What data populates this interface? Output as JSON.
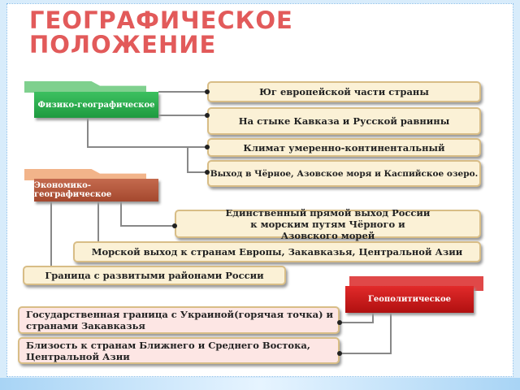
{
  "title": {
    "line1": "ГЕОГРАФИЧЕСКОЕ",
    "line2": "ПОЛОЖЕНИЕ"
  },
  "categories": {
    "physical": "Физико-географическое",
    "economic": "Экономико-географическое",
    "geopolitical": "Геополитическое"
  },
  "physical_items": [
    "Юг европейской части страны",
    "На стыке Кавказа и Русской равнины",
    "Климат умеренно-континентальный",
    "Выход в Чёрное, Азовское моря и Каспийское озеро."
  ],
  "economic_items": [
    "Единственный прямой выход России к морским путям Чёрного и Азовского морей",
    "Морской выход к странам Европы, Закавказья, Центральной Азии",
    "Граница с развитыми районами России"
  ],
  "geopolitical_items": [
    "Государственная граница с Украиной(горячая точка) и странами Закавказья",
    "Близость к странам Ближнего и Среднего Востока, Центральной Азии"
  ],
  "colors": {
    "physical": "#22b04a",
    "economic": "#b5563e",
    "geopolitical": "#d42020",
    "title": "#e25a5a"
  }
}
